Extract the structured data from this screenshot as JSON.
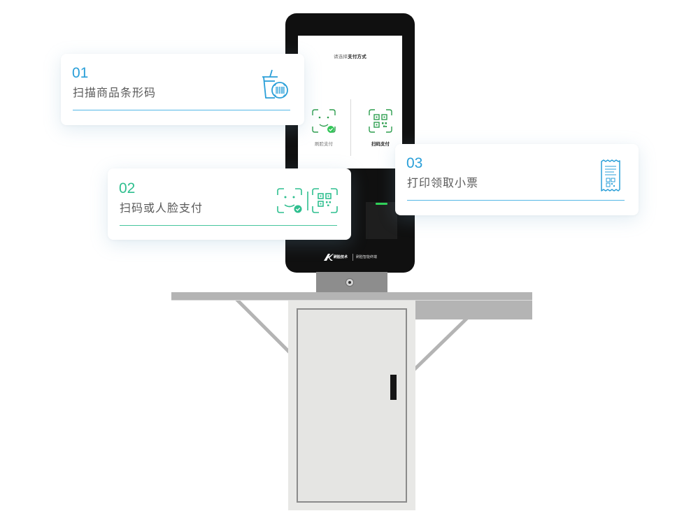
{
  "colors": {
    "blue_accent": "#2a9fd8",
    "green_accent": "#2fbf8f",
    "icon_green": "#2e9e4f",
    "frame": "#101010",
    "cabinet": "#e8e8e6"
  },
  "steps": [
    {
      "number": "01",
      "title": "扫描商品条形码",
      "icon": "barcode-cup-icon"
    },
    {
      "number": "02",
      "title": "扫码或人脸支付",
      "icon": "face-and-qr-icon"
    },
    {
      "number": "03",
      "title": "打印领取小票",
      "icon": "receipt-icon"
    }
  ],
  "kiosk": {
    "screen_title_prefix": "请选择",
    "screen_title_bold": "支付方式",
    "options": [
      {
        "label": "刷脸支付",
        "icon": "face-scan-icon"
      },
      {
        "label": "扫码支付",
        "icon": "qr-scan-icon"
      }
    ],
    "brand_logo": "刷脸技术",
    "brand_text": "刷脸智能终端"
  }
}
